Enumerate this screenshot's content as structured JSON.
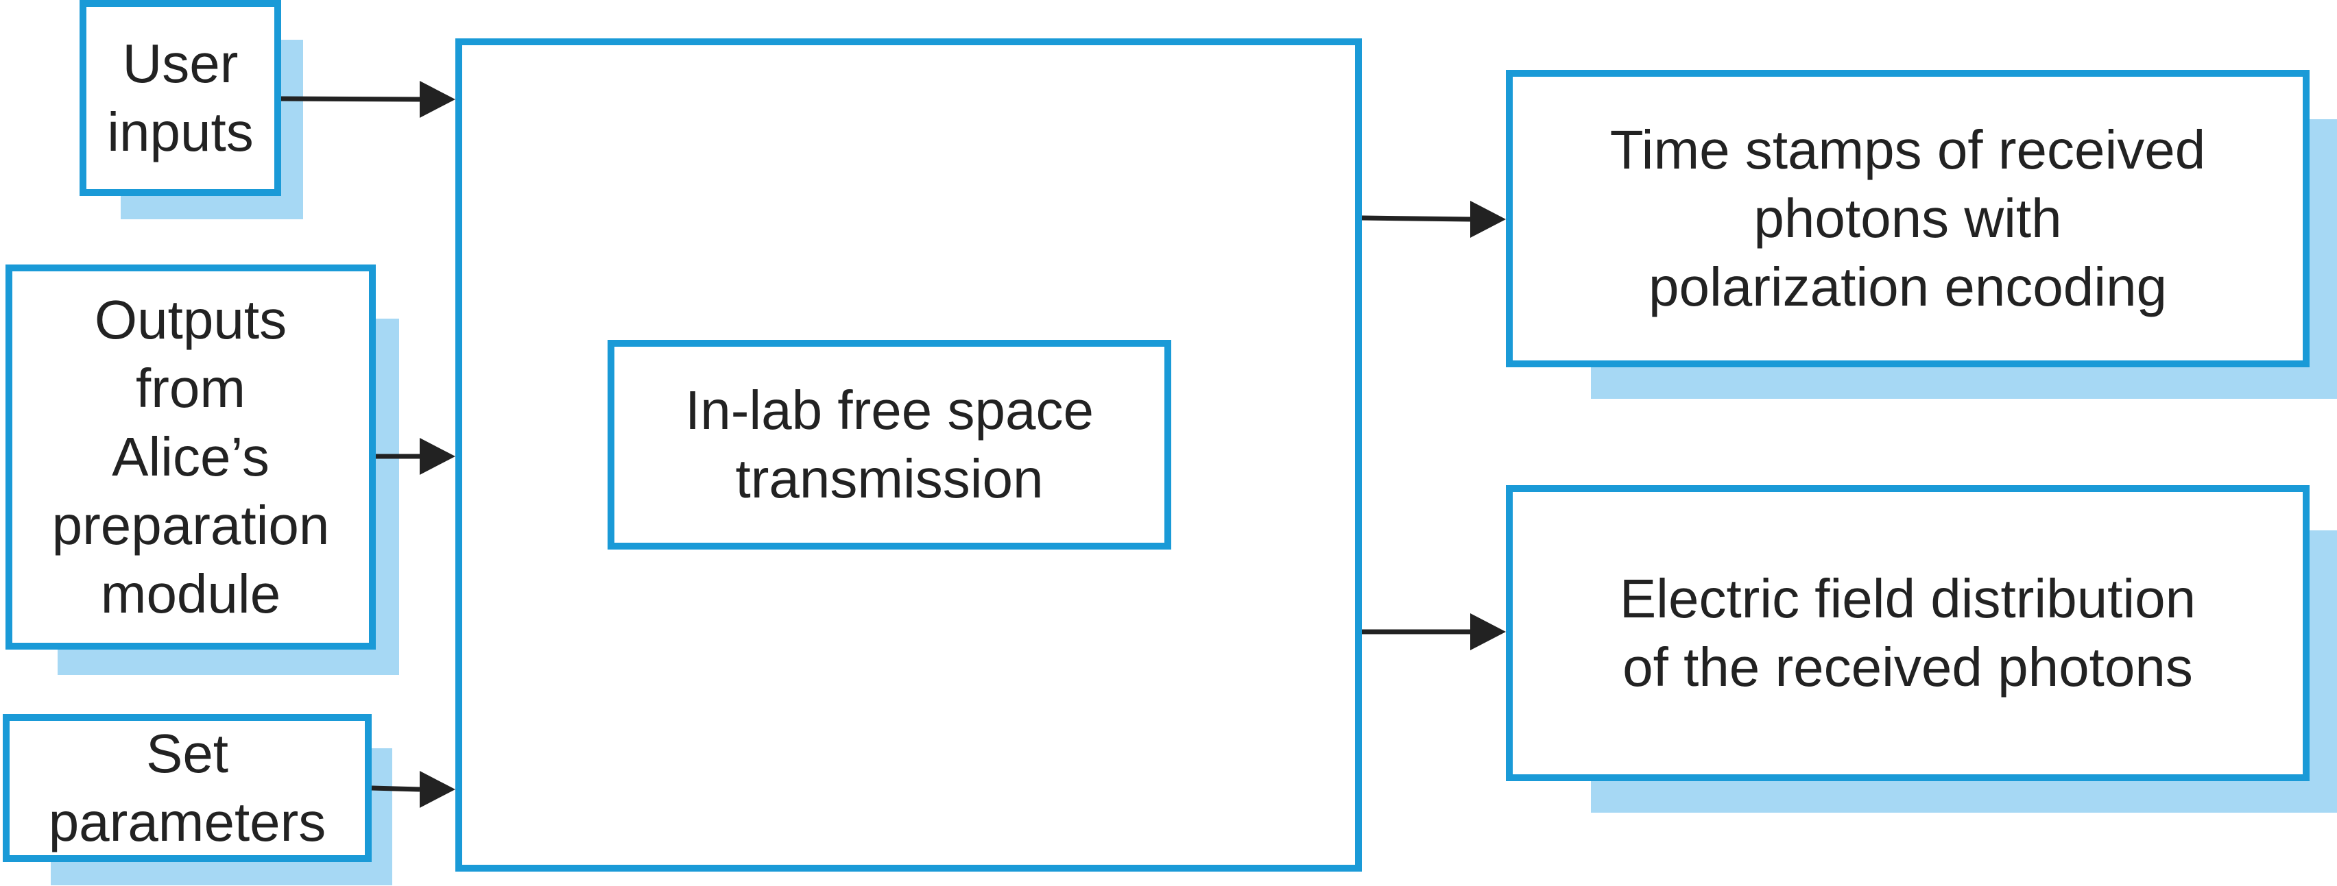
{
  "colors": {
    "border": "#1a9ad7",
    "shadow": "#a6d8f4",
    "text": "#222222",
    "arrow": "#222222"
  },
  "inputs": {
    "user_inputs": [
      "User",
      "inputs"
    ],
    "alice_outputs": [
      "Outputs",
      "from",
      "Alice’s",
      "preparation",
      "module"
    ],
    "set_parameters": [
      "Set",
      "parameters"
    ]
  },
  "process": {
    "label": [
      "In-lab free space",
      "transmission"
    ]
  },
  "outputs": {
    "time_stamps": [
      "Time stamps of received",
      "photons with",
      "polarization encoding"
    ],
    "electric_field": [
      "Electric field distribution",
      "of the received photons"
    ]
  }
}
